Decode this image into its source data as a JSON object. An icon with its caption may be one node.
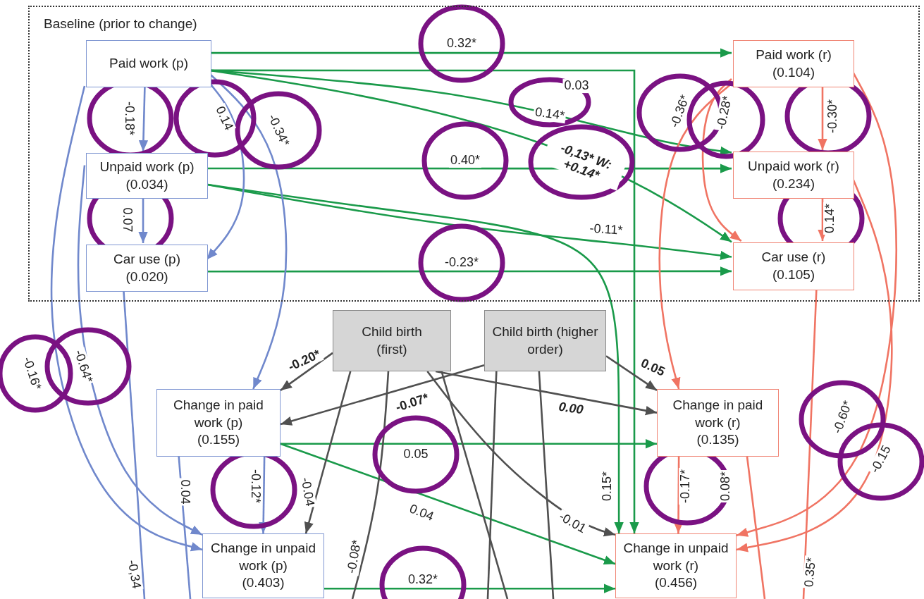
{
  "diagram": {
    "nodes": [
      {
        "text": [
          "Baseline (prior to change)"
        ]
      },
      {
        "text": [
          "Paid work (p)"
        ],
        "in": 0
      },
      {
        "text": [
          "Unpaid work (p)",
          "(0.034)"
        ],
        "in": 0
      },
      {
        "text": [
          "Car use (p)",
          "(0.020)"
        ],
        "in": 0
      },
      {
        "text": [
          "Paid work (r)",
          "(0.104)"
        ],
        "in": 0
      },
      {
        "text": [
          "Unpaid work (r)",
          "(0.234)"
        ],
        "in": 0
      },
      {
        "text": [
          "Car use (r)",
          "(0.105)"
        ],
        "in": 0
      },
      {
        "text": [
          "Child birth (first)"
        ]
      },
      {
        "text": [
          "Child birth (higher order)"
        ]
      },
      {
        "text": [
          "Change in paid work (p)",
          "(0.155)"
        ]
      },
      {
        "text": [
          "Change in paid work (r)",
          "(0.135)"
        ]
      },
      {
        "text": [
          "Change in unpaid work (p)",
          "(0.403)"
        ]
      },
      {
        "text": [
          "Change in unpaid work (r)",
          "(0.456)"
        ]
      }
    ],
    "edges": [
      {
        "from": 1,
        "to": 4,
        "arrow": "to",
        "label": "0.32*"
      },
      {
        "from": 1,
        "to": 12,
        "arrow": "to",
        "label": "0.03"
      },
      {
        "from": 1,
        "to": 5,
        "arrow": "to",
        "label": "0.14*"
      },
      {
        "from": 1,
        "to": 6,
        "arrow": "to",
        "label": "-0,13* W: +0.14*"
      },
      {
        "from": 2,
        "to": 5,
        "arrow": "to",
        "label": "0.40*"
      },
      {
        "from": 2,
        "to": 6,
        "arrow": "to",
        "label": "-0.11*"
      },
      {
        "from": 2,
        "to": 12,
        "arrow": "to",
        "label": "0.15*"
      },
      {
        "from": 3,
        "to": 6,
        "arrow": "to",
        "label": "-0.23*"
      },
      {
        "from": 9,
        "to": 10,
        "arrow": "to",
        "label": "0.05"
      },
      {
        "from": 9,
        "to": 12,
        "arrow": "to",
        "label": "0.04"
      },
      {
        "from": 11,
        "to": 12,
        "arrow": "to",
        "label": "0.32*"
      },
      {
        "from": 1,
        "to": 2,
        "arrow": "to",
        "label": "-0.18*",
        "color": "#7088cc"
      },
      {
        "from": 2,
        "to": 3,
        "arrow": "to",
        "label": "0.07",
        "color": "#7088cc"
      },
      {
        "from": 1,
        "to": 3,
        "arrow": "to",
        "label": "0.14",
        "color": "#7088cc"
      },
      {
        "from": 1,
        "to": 9,
        "arrow": "to",
        "label": "-0.34*",
        "color": "#7088cc"
      },
      {
        "from": 1,
        "to": 11,
        "arrow": "to",
        "label": "-0.16*",
        "color": "#7088cc"
      },
      {
        "from": 2,
        "to": 11,
        "arrow": "to",
        "label": "-0.64*",
        "color": "#7088cc"
      },
      {
        "from": 3,
        "to": null,
        "arrow": "none",
        "label": "-0,34",
        "color": "#7088cc"
      },
      {
        "from": 9,
        "to": 11,
        "arrow": "to",
        "label": "-0.12*",
        "color": "#7088cc"
      },
      {
        "from": 9,
        "to": null,
        "arrow": "none",
        "label": "0.04",
        "color": "#7088cc"
      },
      {
        "from": 4,
        "to": 5,
        "arrow": "to",
        "label": "-0.30*",
        "color": "#f07463"
      },
      {
        "from": 5,
        "to": 6,
        "arrow": "to",
        "label": "0.14*",
        "color": "#f07463"
      },
      {
        "from": 4,
        "to": 6,
        "arrow": "to",
        "label": "-0.28*",
        "color": "#f07463"
      },
      {
        "from": 4,
        "to": 10,
        "arrow": "to",
        "label": "-0.36*",
        "color": "#f07463"
      },
      {
        "from": 4,
        "to": 12,
        "arrow": "to",
        "label": "-0.60*",
        "color": "#f07463"
      },
      {
        "from": 5,
        "to": 12,
        "arrow": "to",
        "label": "-0.15",
        "color": "#f07463"
      },
      {
        "from": 6,
        "to": null,
        "arrow": "none",
        "label": "0.35*",
        "color": "#f07463"
      },
      {
        "from": 10,
        "to": 12,
        "arrow": "to",
        "label": "-0.17*",
        "color": "#f07463"
      },
      {
        "from": 10,
        "to": null,
        "arrow": "none",
        "label": "0.08*",
        "color": "#f07463"
      },
      {
        "from": 7,
        "to": 9,
        "arrow": "to",
        "label": "-0.20*",
        "color": "#505050"
      },
      {
        "from": 8,
        "to": 9,
        "arrow": "to",
        "label": "-0.07*",
        "color": "#505050"
      },
      {
        "from": 7,
        "to": 10,
        "arrow": "to",
        "label": "0.00",
        "color": "#505050"
      },
      {
        "from": 8,
        "to": 10,
        "arrow": "to",
        "label": "0.05",
        "color": "#505050"
      },
      {
        "from": 7,
        "to": 11,
        "arrow": "to",
        "label": "-0.04",
        "color": "#505050"
      },
      {
        "from": 7,
        "to": 12,
        "arrow": "to",
        "label": "-0.01",
        "color": "#505050"
      },
      {
        "from": 7,
        "to": null,
        "arrow": "none",
        "label": "-0.08*",
        "color": "#505050"
      },
      {
        "from": 7,
        "to": null,
        "arrow": "none",
        "color": "#505050"
      },
      {
        "from": 8,
        "to": null,
        "arrow": "none",
        "color": "#505050"
      },
      {
        "from": 8,
        "to": null,
        "arrow": "none",
        "color": "#505050"
      }
    ]
  }
}
